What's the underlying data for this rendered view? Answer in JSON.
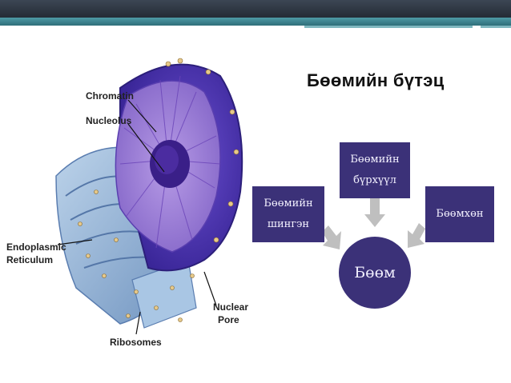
{
  "title": "Бөөмийн бүтэц",
  "labels": {
    "chromatin": "Chromatin",
    "nucleolus": "Nucleolus",
    "er_line1": "Endoplasmic",
    "er_line2": "Reticulum",
    "nuclear_line1": "Nuclear",
    "nuclear_line2": "Pore",
    "ribosomes": "Ribosomes"
  },
  "diagram": {
    "center": "Бөөм",
    "left": [
      "Бөөмийн",
      "шингэн"
    ],
    "top": [
      "Бөөмийн",
      "бүрхүүл"
    ],
    "right": [
      "Бөөмхөн"
    ]
  },
  "colors": {
    "box": "#3b3178",
    "arrow": "#bfbfbf",
    "header_dark": "#2e3641",
    "header_teal": "#3f8893"
  }
}
